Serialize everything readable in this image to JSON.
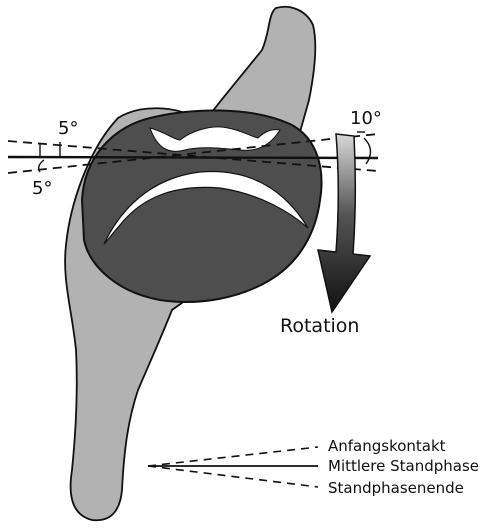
{
  "angles": {
    "top_left": "5°",
    "bottom_left": "5°",
    "right": "10°"
  },
  "rotation_label": "Rotation",
  "legend": [
    {
      "label": "Anfangskontakt",
      "style": "dashed"
    },
    {
      "label": "Mittlere Standphase",
      "style": "solid"
    },
    {
      "label": "Standphasenende",
      "style": "dashed"
    }
  ],
  "colors": {
    "bone_light": "#b2b2b2",
    "bone_dark": "#4e4e4e",
    "outline": "#111111",
    "arrow_fill": "#111111",
    "arrow_gradient_top": "#d8d8d8"
  }
}
